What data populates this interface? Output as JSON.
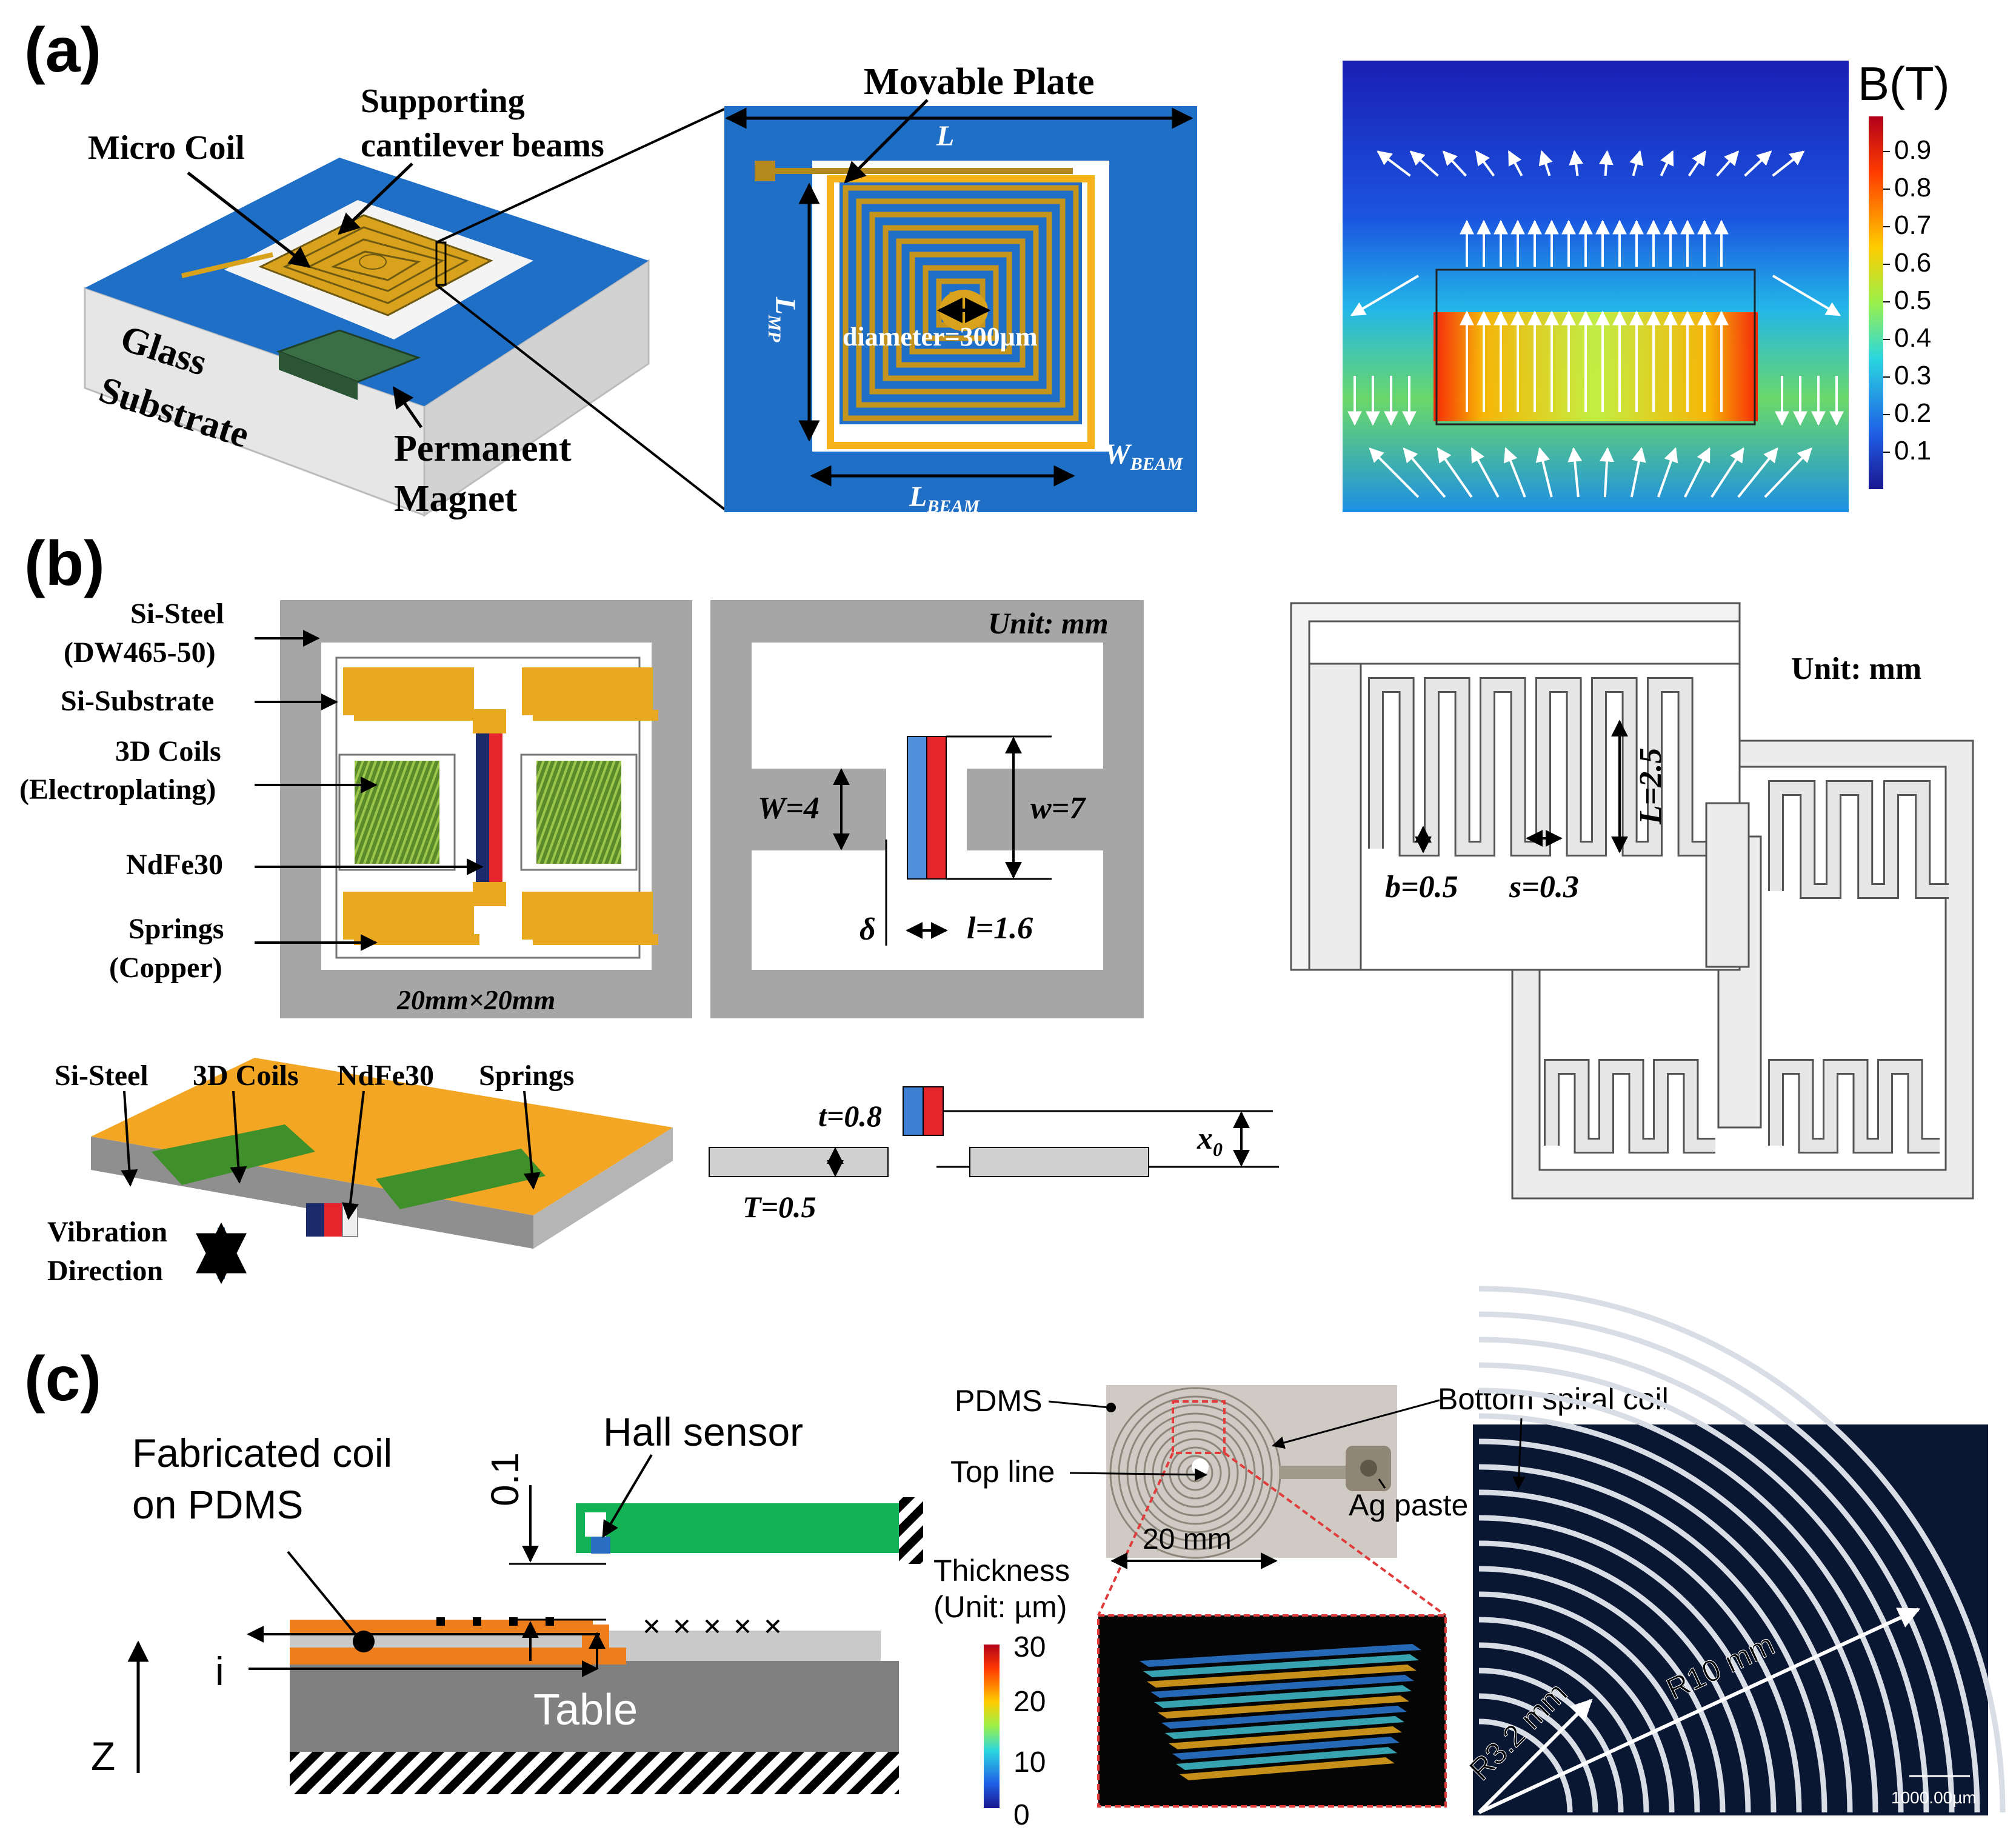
{
  "panels": {
    "a": {
      "tag": "(a)",
      "labels": {
        "micro_coil": "Micro Coil",
        "supporting_1": "Supporting",
        "supporting_2": "cantilever beams",
        "glass": "Glass",
        "substrate": "Substrate",
        "permanent": "Permanent",
        "magnet": "Magnet",
        "movable_plate": "Movable Plate",
        "L": "L",
        "L_MP": "L",
        "L_MP_sub": "MP",
        "diameter": "diameter=300µm",
        "W_BEAM": "W",
        "W_BEAM_sub": "BEAM",
        "L_BEAM": "L",
        "L_BEAM_sub": "BEAM"
      },
      "colorbar": {
        "title": "B(T)",
        "ticks": [
          "0.9",
          "0.8",
          "0.7",
          "0.6",
          "0.5",
          "0.4",
          "0.3",
          "0.2",
          "0.1"
        ]
      }
    },
    "b": {
      "tag": "(b)",
      "labels": {
        "si_steel_1": "Si-Steel",
        "si_steel_2": "(DW465-50)",
        "si_substrate": "Si-Substrate",
        "coils_1": "3D Coils",
        "coils_2": "(Electroplating)",
        "ndfe30": "NdFe30",
        "springs_1": "Springs",
        "springs_2": "(Copper)",
        "size": "20mm×20mm",
        "unit_mm": "Unit: mm",
        "W4": "W=4",
        "w7": "w=7",
        "delta": "δ",
        "l16": "l=1.6",
        "t08": "t=0.8",
        "T05": "T=0.5",
        "x0": "x",
        "x0_sub": "0",
        "bot_si_steel": "Si-Steel",
        "bot_coils": "3D Coils",
        "bot_ndfe30": "NdFe30",
        "bot_springs": "Springs",
        "vibration_1": "Vibration",
        "vibration_2": "Direction",
        "unit_mm_right": "Unit: mm",
        "L25": "L=2.5",
        "b05": "b=0.5",
        "s03": "s=0.3"
      }
    },
    "c": {
      "tag": "(c)",
      "labels": {
        "fab_coil_1": "Fabricated coil",
        "fab_coil_2": "on PDMS",
        "hall": "Hall sensor",
        "gap": "0.1",
        "i": "i",
        "z": "Z",
        "table": "Table",
        "pdms": "PDMS",
        "top_line": "Top line",
        "bottom_coil": "Bottom spiral coil",
        "ag_paste": "Ag paste",
        "mm20": "20 mm",
        "thickness_1": "Thickness",
        "thickness_2": "(Unit: µm)",
        "r32": "R3.2 mm",
        "r10": "R10 mm",
        "scale": "1000.00µm"
      },
      "colorbar": {
        "ticks": [
          "30",
          "20",
          "10",
          "0"
        ]
      }
    }
  },
  "colors": {
    "blue_substrate": "#1f6fc7",
    "gold": "#e8a81f",
    "coil_yellow": "#f2b632",
    "steel_gray": "#a6a6a6",
    "green": "#13b255",
    "orange": "#ee7d1c",
    "magnet_red": "#e5242b",
    "magnet_blue": "#3d7fd1",
    "field_dark": "#1a2fbf"
  }
}
